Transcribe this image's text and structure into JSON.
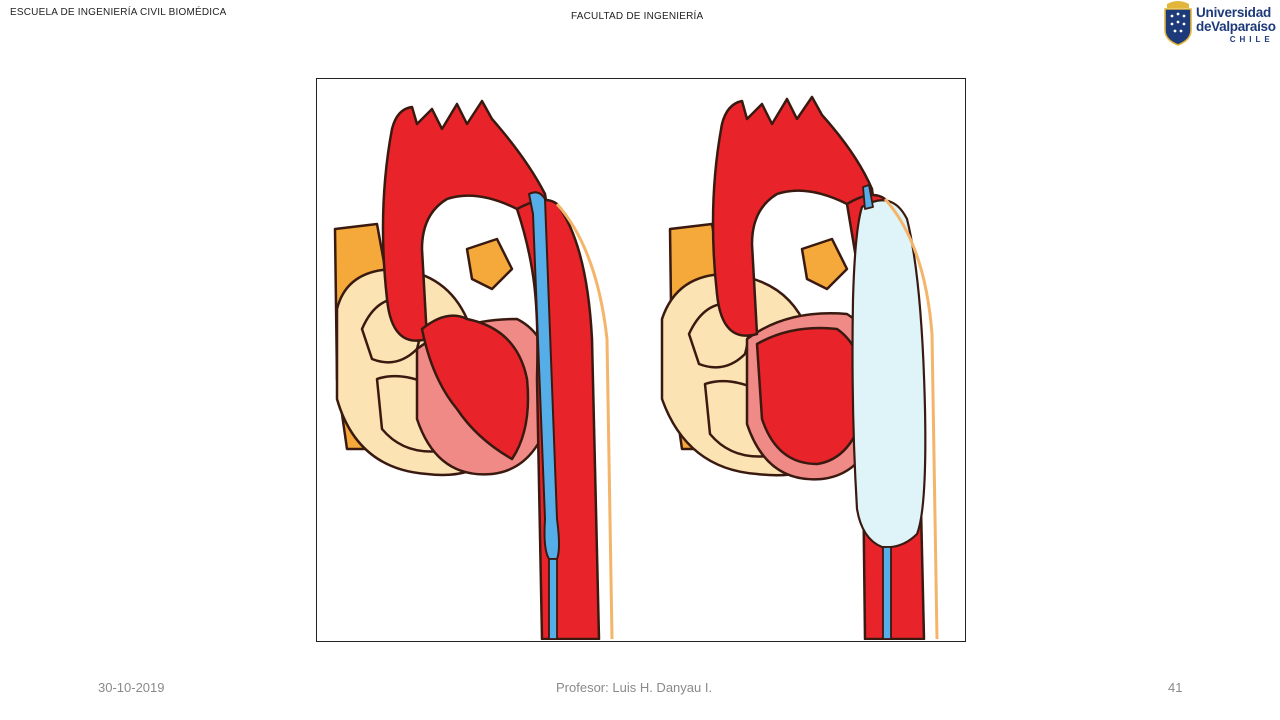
{
  "header": {
    "school": "ESCUELA DE INGENIERÍA  CIVIL BIOMÉDICA",
    "faculty": "FACULTAD DE INGENIERÍA"
  },
  "logo": {
    "line1": "Universidad",
    "line2": "deValparaíso",
    "line3": "CHILE",
    "shield_icon": "university-shield-icon",
    "colors": {
      "navy": "#1d3a7a",
      "gold": "#e2b63a"
    }
  },
  "figure": {
    "colors": {
      "aorta_red": "#e8242a",
      "ventricle_pink": "#f08a86",
      "atrium_cream": "#fbe3b4",
      "fat_orange": "#f4a93a",
      "catheter_blue": "#55aee8",
      "balloon_lightblue": "#dff4f8",
      "outline": "#3a1a10"
    }
  },
  "footer": {
    "date": "30-10-2019",
    "professor": "Profesor: Luis H. Danyau I.",
    "page": "41"
  }
}
